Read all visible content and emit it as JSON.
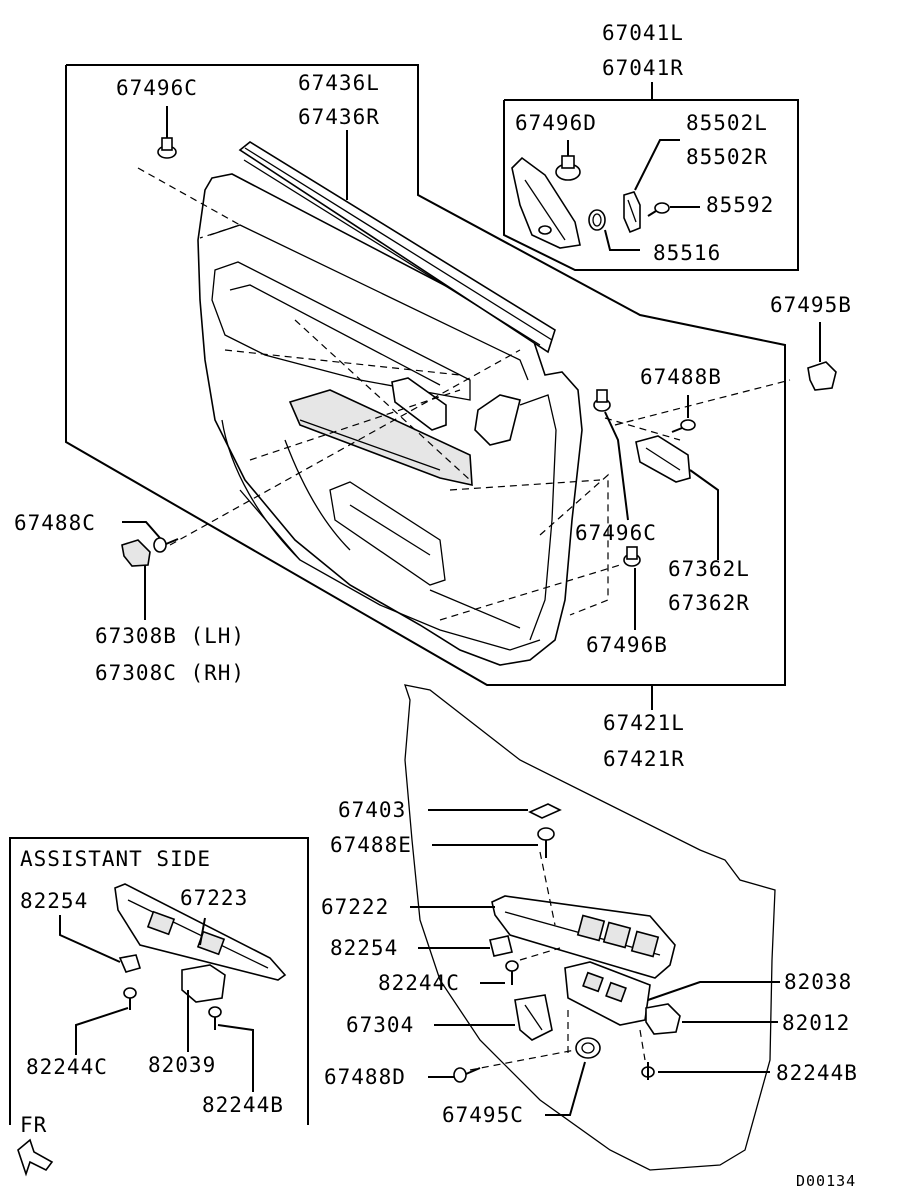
{
  "drawing_id": "D00134",
  "direction_label": "FR",
  "assistant_side_label": "ASSISTANT SIDE",
  "labels": {
    "p67041L": "67041L",
    "p67041R": "67041R",
    "p67496C_top": "67496C",
    "p67436L": "67436L",
    "p67436R": "67436R",
    "p67496D": "67496D",
    "p85502L": "85502L",
    "p85502R": "85502R",
    "p85592": "85592",
    "p85516": "85516",
    "p67495B": "67495B",
    "p67488B": "67488B",
    "p67488C": "67488C",
    "p67496C_mid": "67496C",
    "p67362L": "67362L",
    "p67362R": "67362R",
    "p67308B": "67308B (LH)",
    "p67308C": "67308C (RH)",
    "p67496B": "67496B",
    "p67421L": "67421L",
    "p67421R": "67421R",
    "p67403": "67403",
    "p67488E": "67488E",
    "p67222": "67222",
    "p82254_main": "82254",
    "p82244C_main": "82244C",
    "p67304": "67304",
    "p67488D": "67488D",
    "p67495C": "67495C",
    "p82038": "82038",
    "p82012": "82012",
    "p82244B_main": "82244B",
    "p82254_asst": "82254",
    "p67223": "67223",
    "p82244C_asst": "82244C",
    "p82039": "82039",
    "p82244B_asst": "82244B"
  }
}
